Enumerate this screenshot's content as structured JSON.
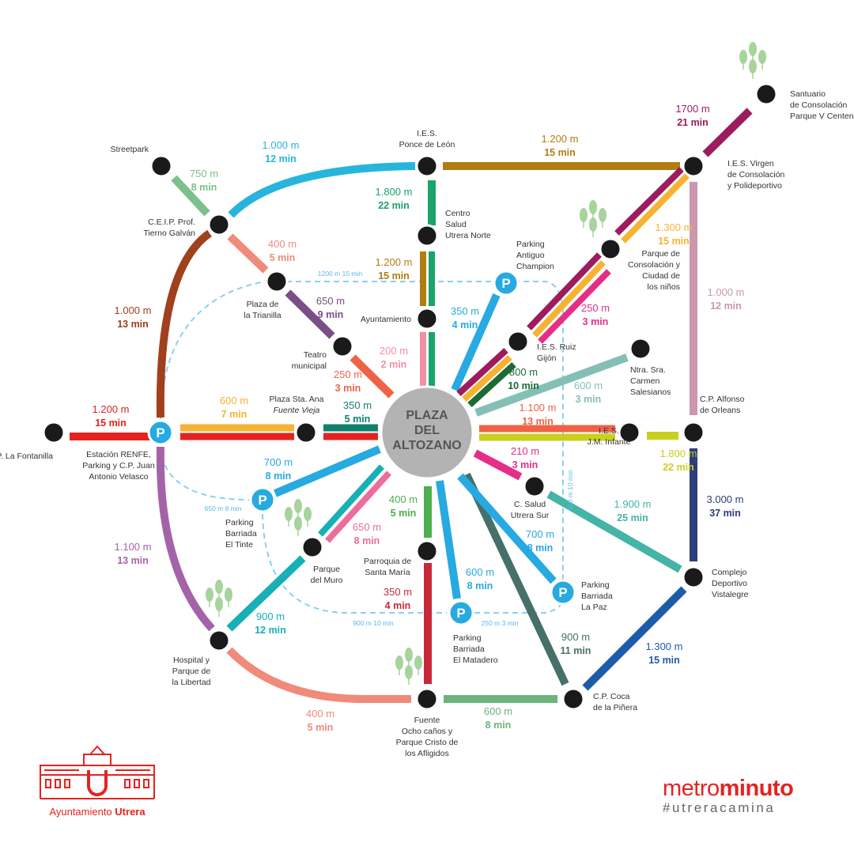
{
  "hub": {
    "lines": [
      "PLAZA",
      "DEL",
      "ALTOZANO"
    ],
    "color": "#b3b3b3"
  },
  "stations": [
    {
      "id": "fontanilla",
      "lines": [
        "C.P. La Fontanilla"
      ]
    },
    {
      "id": "renfe",
      "lines": [
        "Estación RENFE,",
        "Parking y C.P. Juan",
        "Antonio Velasco"
      ],
      "parking": true
    },
    {
      "id": "sta-ana",
      "lines": [
        "Plaza Sta. Ana",
        "Fuente Vieja"
      ]
    },
    {
      "id": "streetpark",
      "lines": [
        "Streetpark"
      ]
    },
    {
      "id": "ceip",
      "lines": [
        "C.E.I.P. Prof.",
        "Tierno Galván"
      ]
    },
    {
      "id": "trianilla",
      "lines": [
        "Plaza de",
        "la Trianilla"
      ]
    },
    {
      "id": "teatro",
      "lines": [
        "Teatro",
        "municipal"
      ]
    },
    {
      "id": "ponce",
      "lines": [
        "I.E.S.",
        "Ponce de León"
      ]
    },
    {
      "id": "salud-norte",
      "lines": [
        "Centro",
        "Salud",
        "Utrera Norte"
      ]
    },
    {
      "id": "ayuntamiento",
      "lines": [
        "Ayuntamiento"
      ]
    },
    {
      "id": "champion",
      "lines": [
        "Parking",
        "Antiguo",
        "Champion"
      ],
      "parking": true
    },
    {
      "id": "ruiz-gijon",
      "lines": [
        "I.E.S. Ruiz",
        "Gijón"
      ]
    },
    {
      "id": "parque-consolacion",
      "lines": [
        "Parque de",
        "Consolación y",
        "Ciudad de",
        "los niños"
      ]
    },
    {
      "id": "virgen",
      "lines": [
        "I.E.S. Virgen",
        "de Consolación",
        "y Polideportivo"
      ]
    },
    {
      "id": "santuario",
      "lines": [
        "Santuario",
        "de Consolación",
        "Parque V Centenario"
      ]
    },
    {
      "id": "carmen",
      "lines": [
        "Ntra. Sra.",
        "Carmen",
        "Salesianos"
      ]
    },
    {
      "id": "alfonso",
      "lines": [
        "C.P. Alfonso",
        "de Orleans"
      ]
    },
    {
      "id": "infante",
      "lines": [
        "I.E.S.",
        "J.M. Infante"
      ]
    },
    {
      "id": "salud-sur",
      "lines": [
        "C. Salud",
        "Utrera Sur"
      ]
    },
    {
      "id": "vistalegre",
      "lines": [
        "Complejo",
        "Deportivo",
        "Vistalegre"
      ]
    },
    {
      "id": "coca",
      "lines": [
        "C.P. Coca",
        "de la Piñera"
      ]
    },
    {
      "id": "fuente",
      "lines": [
        "Fuente",
        "Ocho caños y",
        "Parque Cristo de",
        "los Afligidos"
      ]
    },
    {
      "id": "parroquia",
      "lines": [
        "Parroquia de",
        "Santa María"
      ]
    },
    {
      "id": "matadero",
      "lines": [
        "Parking",
        "Barriada",
        "El Matadero"
      ],
      "parking": true
    },
    {
      "id": "la-paz",
      "lines": [
        "Parking",
        "Barriada",
        "La Paz"
      ],
      "parking": true
    },
    {
      "id": "tinte",
      "lines": [
        "Parking",
        "Barriada",
        "El Tinte"
      ],
      "parking": true
    },
    {
      "id": "muro",
      "lines": [
        "Parque",
        "del Muro"
      ]
    },
    {
      "id": "hospital",
      "lines": [
        "Hospital y",
        "Parque de",
        "la Libertad"
      ]
    }
  ],
  "segments": [
    {
      "id": "fontanilla-renfe",
      "distance": "1.200 m",
      "time": "15 min",
      "color": "#e42320"
    },
    {
      "id": "renfe-sta-ana",
      "distance": "600 m",
      "time": "7 min",
      "color": "#f6b332"
    },
    {
      "id": "sta-ana-hub",
      "distance": "350 m",
      "time": "5 min",
      "color": "#11806f"
    },
    {
      "id": "renfe-ceip",
      "distance": "1.000 m",
      "time": "13 min",
      "color": "#a0401c"
    },
    {
      "id": "streetpark-ceip",
      "distance": "750 m",
      "time": "8 min",
      "color": "#7cc08a"
    },
    {
      "id": "ceip-ponce",
      "distance": "1.000 m",
      "time": "12 min",
      "color": "#27b5dc"
    },
    {
      "id": "ceip-trianilla",
      "distance": "400 m",
      "time": "5 min",
      "color": "#f08a7a"
    },
    {
      "id": "trianilla-teatro",
      "distance": "650 m",
      "time": "9 min",
      "color": "#7a4f85"
    },
    {
      "id": "teatro-hub",
      "distance": "250 m",
      "time": "3 min",
      "color": "#ee6346"
    },
    {
      "id": "ponce-virgen",
      "distance": "1.200 m",
      "time": "15 min",
      "color": "#b07d12"
    },
    {
      "id": "ponce-salud-norte",
      "distance": "1.800 m",
      "time": "22 min",
      "color": "#1aa36a"
    },
    {
      "id": "salud-norte-ayuntamiento",
      "distance": "1.200 m",
      "time": "15 min",
      "color": "#b07d12"
    },
    {
      "id": "ayuntamiento-hub",
      "distance": "200 m",
      "time": "2 min",
      "color": "#f28fa4"
    },
    {
      "id": "hub-champion",
      "distance": "350 m",
      "time": "4 min",
      "color": "#27a9e1"
    },
    {
      "id": "hub-ruiz-gijon",
      "distance": "800 m",
      "time": "10 min",
      "color": "#1c6a37"
    },
    {
      "id": "ruiz-gijon-parque",
      "distance": "250 m",
      "time": "3 min",
      "color": "#e52e86"
    },
    {
      "id": "parque-virgen",
      "distance": "1.300 m",
      "time": "15 min",
      "color": "#f6b332"
    },
    {
      "id": "virgen-santuario",
      "distance": "1700 m",
      "time": "21 min",
      "color": "#9c1c5e"
    },
    {
      "id": "virgen-alfonso",
      "distance": "1.000 m",
      "time": "12 min",
      "color": "#cc97ae"
    },
    {
      "id": "hub-carmen",
      "distance": "600 m",
      "time": "3 min",
      "color": "#84bfb5"
    },
    {
      "id": "hub-infante",
      "distance": "1.100 m",
      "time": "13 min",
      "color": "#ee6346"
    },
    {
      "id": "infante-alfonso",
      "distance": "1.800 m",
      "time": "22 min",
      "color": "#c9cf1e"
    },
    {
      "id": "alfonso-vistalegre",
      "distance": "3.000 m",
      "time": "37 min",
      "color": "#2c3e7b"
    },
    {
      "id": "hub-salud-sur",
      "distance": "210 m",
      "time": "3 min",
      "color": "#e52e86"
    },
    {
      "id": "salud-sur-vistalegre",
      "distance": "1.900 m",
      "time": "25 min",
      "color": "#45b3a8"
    },
    {
      "id": "vistalegre-coca",
      "distance": "1.300 m",
      "time": "15 min",
      "color": "#1e5aa8"
    },
    {
      "id": "hub-coca",
      "distance": "900 m",
      "time": "11 min",
      "color": "#46706a"
    },
    {
      "id": "hub-la-paz",
      "distance": "700 m",
      "time": "8 min",
      "color": "#27a9e1"
    },
    {
      "id": "hub-matadero",
      "distance": "600 m",
      "time": "8 min",
      "color": "#27a9e1"
    },
    {
      "id": "hub-parroquia",
      "distance": "400 m",
      "time": "5 min",
      "color": "#4cae4c"
    },
    {
      "id": "parroquia-fuente",
      "distance": "350 m",
      "time": "4 min",
      "color": "#c8283a"
    },
    {
      "id": "fuente-coca",
      "distance": "600 m",
      "time": "8 min",
      "color": "#6cb47c"
    },
    {
      "id": "hospital-fuente",
      "distance": "400 m",
      "time": "5 min",
      "color": "#f08a7a"
    },
    {
      "id": "hospital-renfe",
      "distance": "1.100 m",
      "time": "13 min",
      "color": "#a463a8"
    },
    {
      "id": "hospital-muro",
      "distance": "900 m",
      "time": "12 min",
      "color": "#16b0b6"
    },
    {
      "id": "muro-hub",
      "distance": "650 m",
      "time": "8 min",
      "color": "#ec6d9c"
    },
    {
      "id": "tinte-hub",
      "distance": "700 m",
      "time": "8 min",
      "color": "#27a9e1"
    }
  ],
  "parking_links": [
    {
      "id": "trianilla-champion",
      "text": "1200 m  15 min"
    },
    {
      "id": "renfe-tinte",
      "text": "650 m  8 min"
    },
    {
      "id": "tinte-matadero",
      "text": "900 m  10 min"
    },
    {
      "id": "matadero-la-paz",
      "text": "250 m  3 min"
    },
    {
      "id": "champion-la-paz",
      "text": "900 m  10 min"
    }
  ],
  "parking_symbol": "P",
  "parking_color": "#27a9e1",
  "dashed_color": "#8ccff0",
  "branding": {
    "product_light": "metro",
    "product_bold": "minut",
    "product_end": "o",
    "hashtag": "#utreracamina",
    "council_light": "Ayuntamiento",
    "council_bold": "Utrera",
    "brand_color": "#e42320"
  }
}
